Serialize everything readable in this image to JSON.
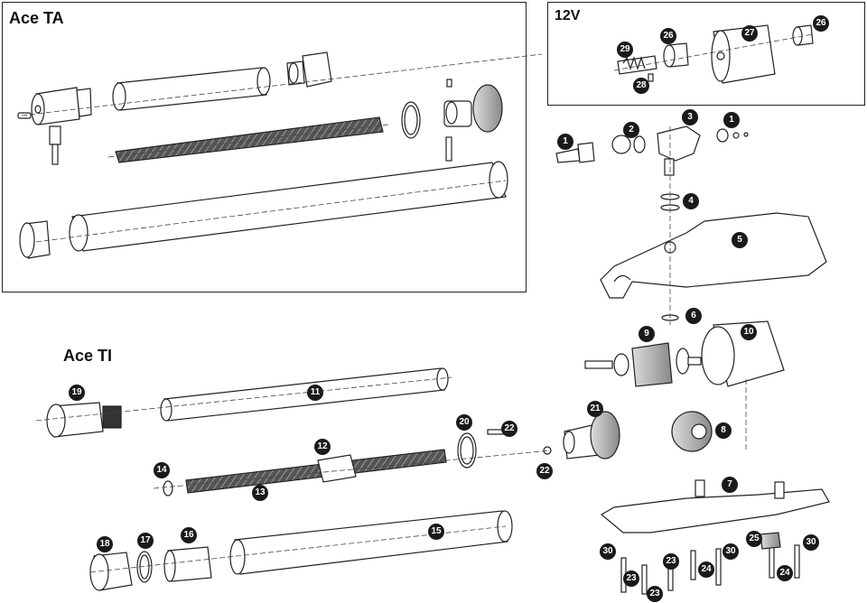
{
  "titles": {
    "ace_ta": "Ace TA",
    "v12": "12V",
    "ace_ti": "Ace TI"
  },
  "callouts": {
    "c1a": "1",
    "c1b": "1",
    "c2": "2",
    "c3": "3",
    "c4": "4",
    "c5": "5",
    "c6": "6",
    "c7": "7",
    "c8": "8",
    "c9": "9",
    "c10": "10",
    "c11": "11",
    "c12": "12",
    "c13": "13",
    "c14": "14",
    "c15": "15",
    "c16": "16",
    "c17": "17",
    "c18": "18",
    "c19": "19",
    "c20": "20",
    "c21": "21",
    "c22a": "22",
    "c22b": "22",
    "c23a": "23",
    "c23b": "23",
    "c23c": "23",
    "c24a": "24",
    "c24b": "24",
    "c25": "25",
    "c26a": "26",
    "c26b": "26",
    "c27": "27",
    "c28": "28",
    "c29": "29",
    "c30a": "30",
    "c30b": "30",
    "c30c": "30"
  }
}
